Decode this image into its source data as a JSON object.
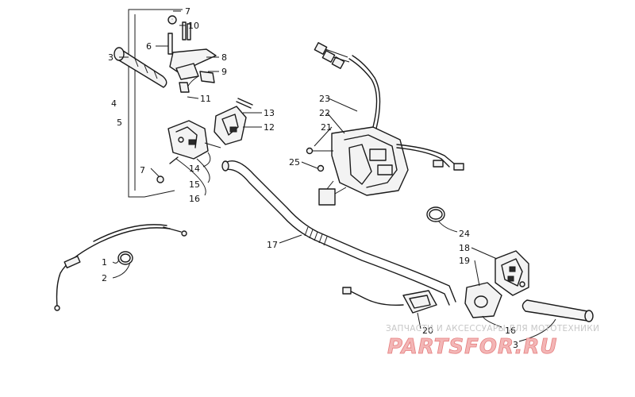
{
  "callouts": {
    "c1": "1",
    "c2": "2",
    "c3a": "3",
    "c3b": "3",
    "c4": "4",
    "c5": "5",
    "c6": "6",
    "c7a": "7",
    "c7b": "7",
    "c8": "8",
    "c9": "9",
    "c10": "10",
    "c11": "11",
    "c12": "12",
    "c13": "13",
    "c14": "14",
    "c15": "15",
    "c16a": "16",
    "c16b": "16",
    "c17": "17",
    "c18": "18",
    "c19": "19",
    "c20": "20",
    "c21": "21",
    "c22": "22",
    "c23": "23",
    "c24": "24",
    "c25": "25"
  },
  "watermark": {
    "line1": "ЗАПЧАСТИ И АКСЕССУАРЫ ДЛЯ МОТОТЕХНИКИ",
    "brand": "PARTSFOR.RU"
  },
  "colors": {
    "ink": "#1a1a1a",
    "watermark_brand": "#e57e7e",
    "watermark_text": "#c7c7c7"
  }
}
